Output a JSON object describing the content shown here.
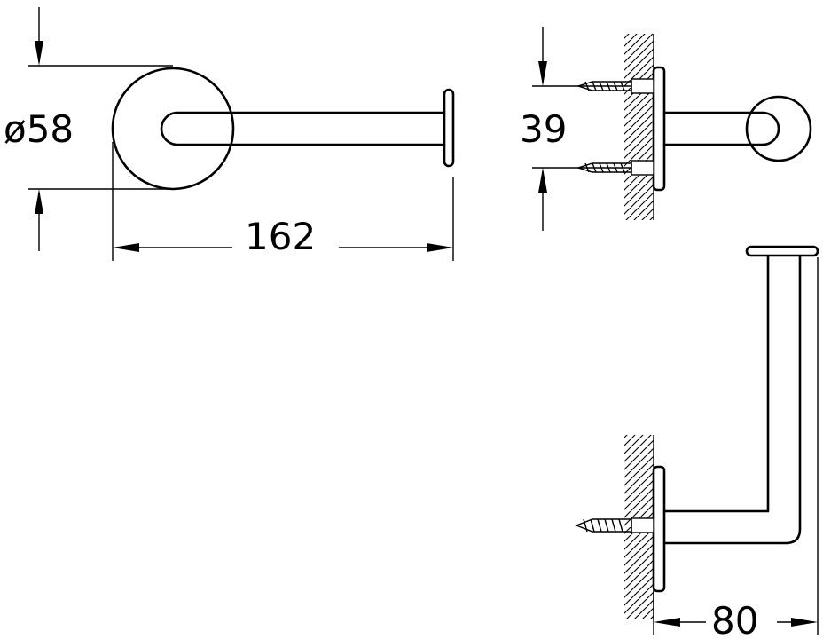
{
  "dimensions": {
    "diameter": "ø58",
    "length": "162",
    "screw_spacing": "39",
    "depth": "80"
  },
  "colors": {
    "line": "#000000",
    "background": "#ffffff"
  }
}
